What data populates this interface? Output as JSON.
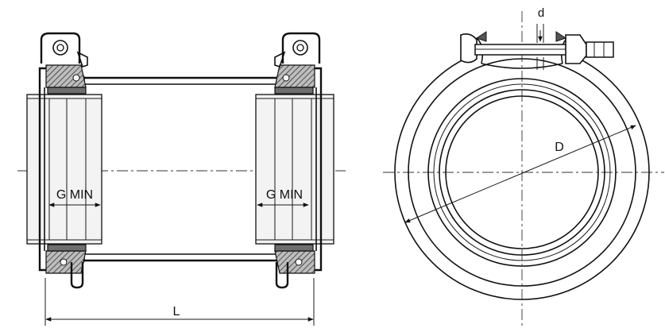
{
  "labels": {
    "gap_left": "G MIN",
    "gap_right": "G MIN",
    "length": "L",
    "diameter": "D",
    "bolt": "d"
  }
}
